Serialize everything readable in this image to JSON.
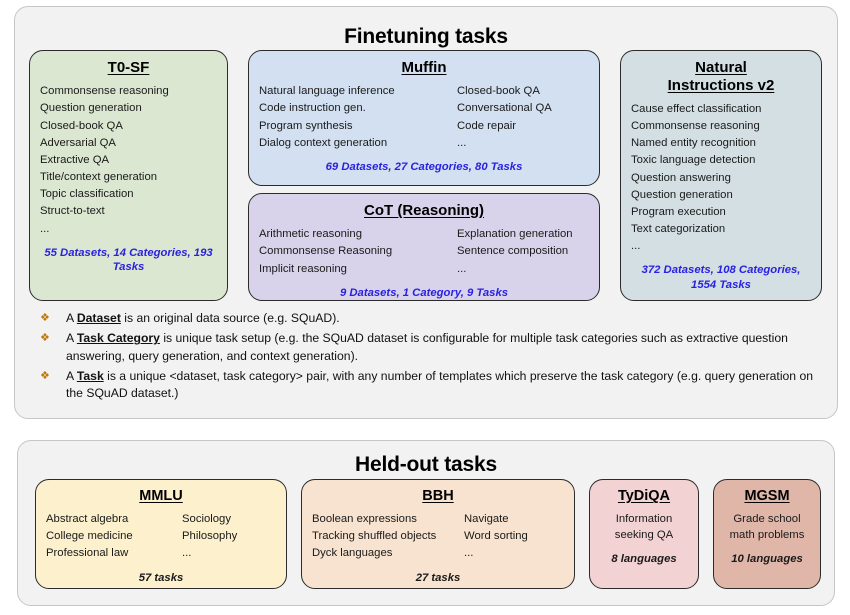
{
  "finetuning": {
    "title": "Finetuning tasks",
    "cards": [
      {
        "id": "t0sf",
        "title": "T0-SF",
        "color": "#dce7d2",
        "columns": [
          [
            "Commonsense reasoning",
            "Question generation",
            "Closed-book QA",
            "Adversarial QA",
            "Extractive QA",
            "Title/context generation",
            "Topic classification",
            "Struct-to-text",
            "..."
          ]
        ],
        "stat": "55 Datasets, 14 Categories, 193 Tasks"
      },
      {
        "id": "muffin",
        "title": "Muffin",
        "color": "#d2e0f1",
        "columns": [
          [
            "Natural language inference",
            "Code instruction gen.",
            "Program synthesis",
            "Dialog context generation"
          ],
          [
            "Closed-book QA",
            "Conversational QA",
            "Code repair",
            "..."
          ]
        ],
        "stat": "69 Datasets, 27 Categories, 80 Tasks"
      },
      {
        "id": "cot",
        "title": "CoT (Reasoning)",
        "color": "#d8d3ea",
        "columns": [
          [
            "Arithmetic reasoning",
            "Commonsense Reasoning",
            "Implicit reasoning"
          ],
          [
            "Explanation generation",
            "Sentence composition",
            "..."
          ]
        ],
        "stat": "9 Datasets, 1 Category, 9 Tasks"
      },
      {
        "id": "niv2",
        "title_line1": "Natural",
        "title_line2": "Instructions v2",
        "color": "#d3dfe3",
        "columns": [
          [
            "Cause effect classification",
            "Commonsense reasoning",
            "Named entity recognition",
            "Toxic language detection",
            "Question answering",
            "Question generation",
            "Program execution",
            "Text categorization",
            "..."
          ]
        ],
        "stat": "372 Datasets, 108 Categories, 1554 Tasks"
      }
    ],
    "definitions": [
      {
        "bullet": "❖",
        "prefix": "A ",
        "term": "Dataset",
        "suffix": " is an original data source (e.g. SQuAD)."
      },
      {
        "bullet": "❖",
        "prefix": "A ",
        "term": "Task Category",
        "suffix": " is unique task setup (e.g. the SQuAD dataset is configurable for multiple task categories such as extractive question answering, query generation, and context generation)."
      },
      {
        "bullet": "❖",
        "prefix": "A ",
        "term": "Task",
        "suffix": " is a unique <dataset, task category> pair, with any number of templates which preserve the task category (e.g. query generation on the SQuAD dataset.)"
      }
    ]
  },
  "heldout": {
    "title": "Held-out tasks",
    "cards": [
      {
        "id": "mmlu",
        "title": "MMLU",
        "color": "#fcf0cd",
        "columns": [
          [
            "Abstract algebra",
            "College medicine",
            "Professional law"
          ],
          [
            "Sociology",
            "Philosophy",
            "..."
          ]
        ],
        "stat": "57 tasks"
      },
      {
        "id": "bbh",
        "title": "BBH",
        "color": "#f7e3cf",
        "columns": [
          [
            "Boolean expressions",
            "Tracking shuffled objects",
            "Dyck languages"
          ],
          [
            "Navigate",
            "Word sorting",
            "..."
          ]
        ],
        "stat": "27 tasks"
      },
      {
        "id": "tydiqa",
        "title": "TyDiQA",
        "color": "#f2d2d2",
        "centered_lines": "Information seeking QA",
        "stat": "8 languages"
      },
      {
        "id": "mgsm",
        "title": "MGSM",
        "color": "#e0b6a9",
        "centered_lines": "Grade school math problems",
        "stat": "10 languages"
      }
    ]
  },
  "colors": {
    "stat_blue": "#2a22e0",
    "bullet_orange": "#c0760c",
    "panel_bg": "#f2f2f2",
    "card_border": "#2b2b2b"
  }
}
